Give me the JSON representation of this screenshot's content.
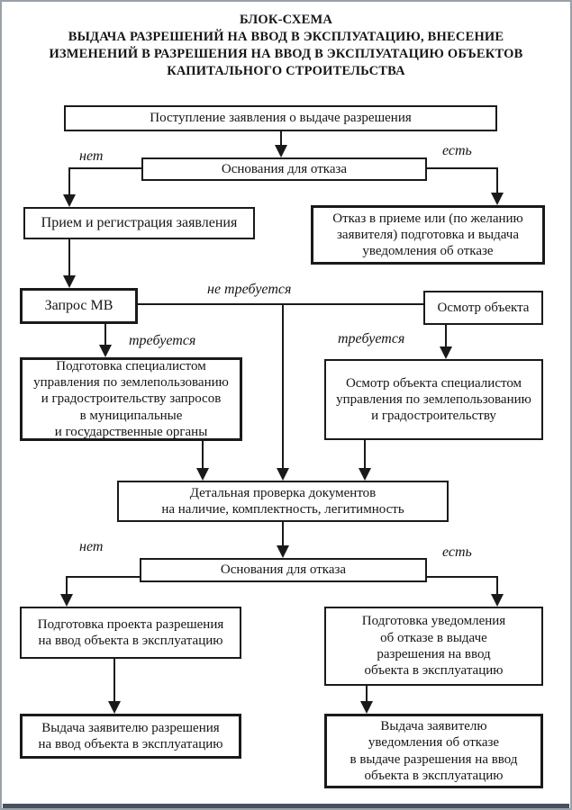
{
  "title": "БЛОК-СХЕМА\nВЫДАЧА РАЗРЕШЕНИЙ НА ВВОД В ЭКСПЛУАТАЦИЮ, ВНЕСЕНИЕ\nИЗМЕНЕНИЙ В РАЗРЕШЕНИЯ НА ВВОД В ЭКСПЛУАТАЦИЮ ОБЪЕКТОВ\nКАПИТАЛЬНОГО СТРОИТЕЛЬСТВА",
  "boxes": {
    "intake": "Поступление заявления о выдаче разрешения",
    "grounds1": "Основания для отказа",
    "register": "Прием и регистрация заявления",
    "refuse_accept": "Отказ в приеме или (по желанию\nзаявителя) подготовка и выдача\nуведомления об отказе",
    "request_mv": "Запрос МВ",
    "inspect": "Осмотр объекта",
    "prepare_requests": "Подготовка специалистом\nуправления по землепользованию\nи градостроительству запросов\nв муниципальные\nи государственные органы",
    "inspect_specialist": "Осмотр объекта специалистом\nуправления по землепользованию\nи градостроительству",
    "detailed_check": "Детальная проверка документов\nна наличие, комплектность, легитимность",
    "grounds2": "Основания для отказа",
    "prepare_permit": "Подготовка проекта разрешения\nна ввод объекта в эксплуатацию",
    "prepare_notice": "Подготовка уведомления\nоб отказе в выдаче\nразрешения на ввод\nобъекта в эксплуатацию",
    "issue_permit": "Выдача заявителю разрешения\nна ввод объекта в эксплуатацию",
    "issue_notice": "Выдача заявителю\nуведомления об отказе\nв выдаче разрешения на ввод\nобъекта в эксплуатацию"
  },
  "edge_labels": {
    "no1": "нет",
    "yes1": "есть",
    "not_required": "не требуется",
    "required1": "требуется",
    "required2": "требуется",
    "no2": "нет",
    "yes2": "есть"
  },
  "colors": {
    "line": "#1a1a1a",
    "background": "#ffffff",
    "bottom_bar": "#46525e"
  }
}
